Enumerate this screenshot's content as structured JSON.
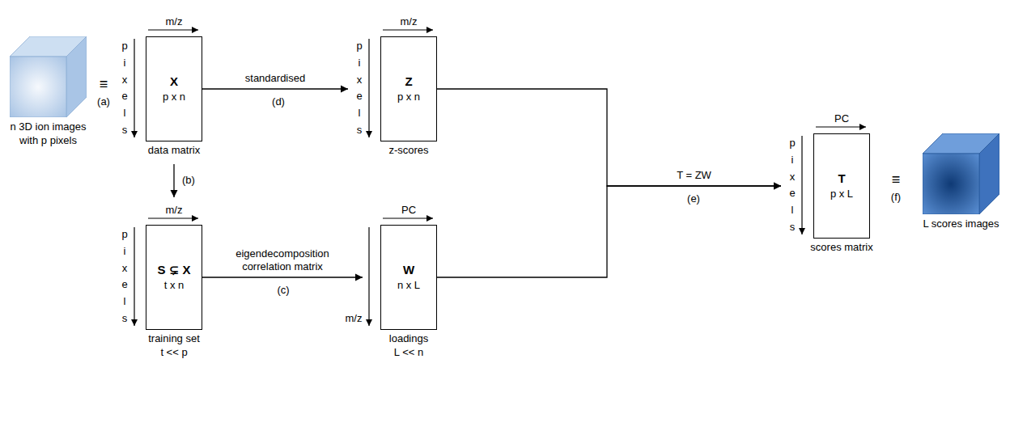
{
  "diagram": {
    "nodes": [
      {
        "text": [
          "n 3D ion images with p pixels"
        ]
      },
      {
        "text": [
          "X",
          "p x n",
          "data matrix"
        ]
      },
      {
        "text": [
          "Z",
          "p x n",
          "z-scores"
        ]
      },
      {
        "text": [
          "S ⊊ X",
          "t x n",
          "training set",
          "t << p"
        ]
      },
      {
        "text": [
          "W",
          "n x L",
          "loadings",
          "L << n"
        ]
      },
      {
        "text": [
          "T",
          "p x L",
          "scores matrix"
        ]
      },
      {
        "text": [
          "L scores images"
        ]
      }
    ],
    "edges": [
      {
        "from": 1,
        "to": 2,
        "arrow": "to",
        "label": "standardised"
      },
      {
        "from": 1,
        "to": 3,
        "arrow": "to",
        "label": "(b)"
      },
      {
        "from": 3,
        "to": 4,
        "arrow": "to",
        "label": "eigendecomposition correlation matrix"
      },
      {
        "from": 2,
        "to": 5,
        "arrow": "to",
        "label": "T = ZW"
      },
      {
        "from": 4,
        "to": 5,
        "arrow": "to"
      }
    ],
    "labels": [
      "≡",
      "(a)",
      "m/z",
      "pixels",
      "(d)",
      "m/z",
      "pixels",
      "m/z",
      "pixels",
      "(c)",
      "PC",
      "m/z",
      "(e)",
      "PC",
      "pixels",
      "≡",
      "(f)"
    ]
  }
}
